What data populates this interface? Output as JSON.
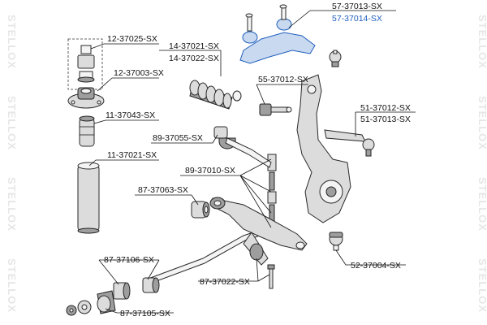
{
  "brand": {
    "watermark": "STELLOX",
    "accent_color": "#1f5fbf"
  },
  "labels": {
    "p57_37013": "57-37013-SX",
    "p57_37014": "57-37014-SX",
    "p12_37025": "12-37025-SX",
    "p12_37003": "12-37003-SX",
    "p14_37021": "14-37021-SX",
    "p14_37022": "14-37022-SX",
    "p55_37012": "55-37012-SX",
    "p11_37043": "11-37043-SX",
    "p51_37012": "51-37012-SX",
    "p51_37013": "51-37013-SX",
    "p89_37055": "89-37055-SX",
    "p11_37021": "11-37021-SX",
    "p89_37010": "89-37010-SX",
    "p87_37063": "87-37063-SX",
    "p52_37004": "52-37004-SX",
    "p87_37106": "87-37106-SX",
    "p87_37022": "87-37022-SX",
    "p87_37105": "87-37105-SX"
  }
}
